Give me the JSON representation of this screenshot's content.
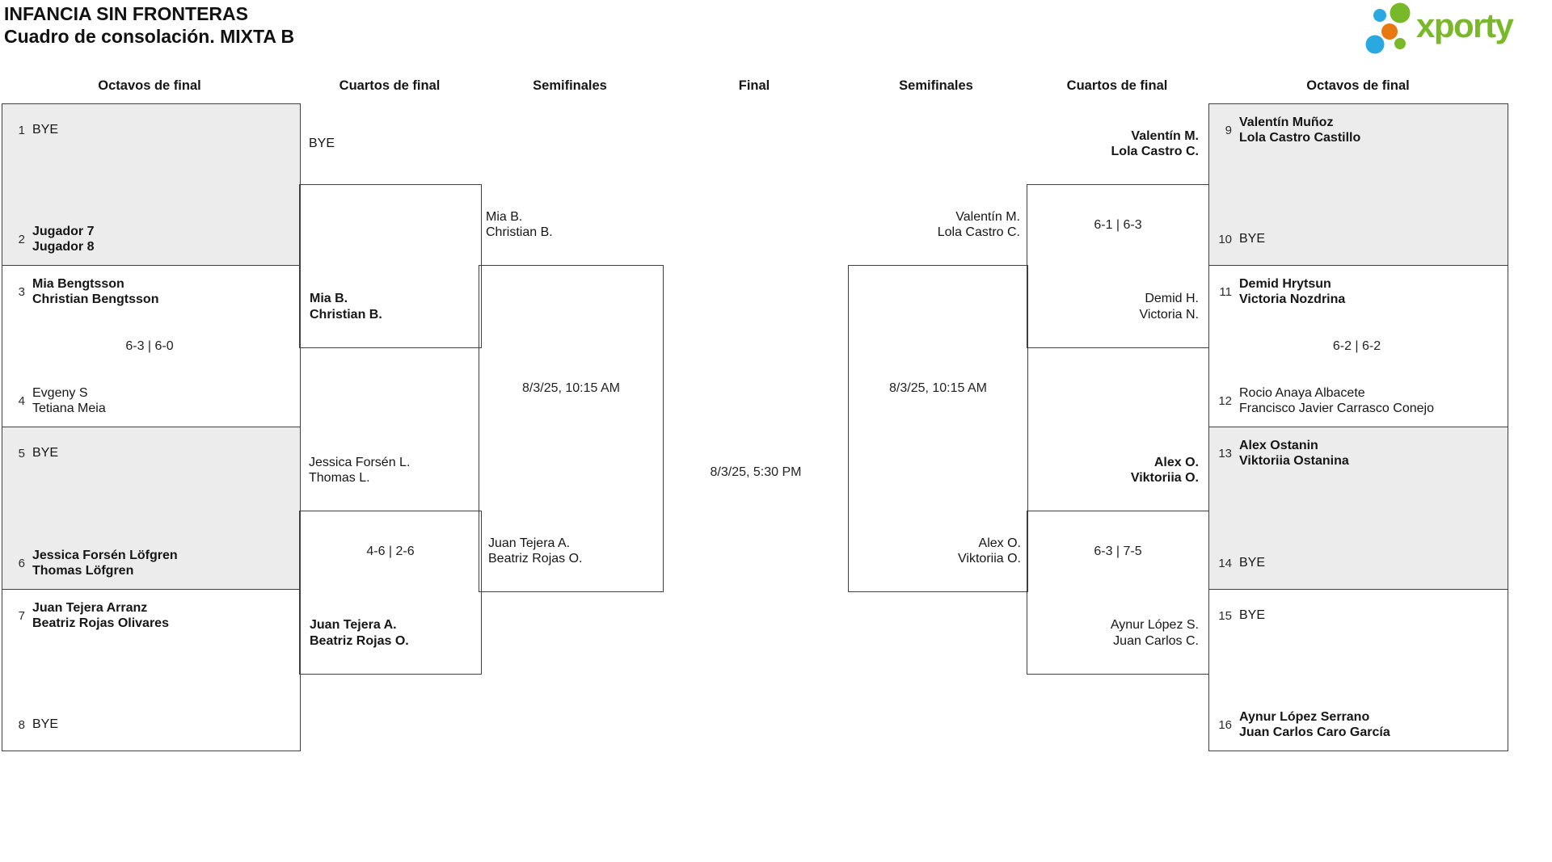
{
  "title": {
    "line1": "INFANCIA SIN FRONTERAS",
    "line2": "Cuadro de consolación. MIXTA B"
  },
  "logo": {
    "text": "xporty"
  },
  "colors": {
    "border": "#3f3f3f",
    "box-gray": "#ececec",
    "text": "#161616",
    "logo-green": "#79b829",
    "logo-blue": "#29a9e0",
    "logo-orange": "#e87810"
  },
  "headers": {
    "octavos_left": "Octavos de final",
    "cuartos_left": "Cuartos de final",
    "semis_left": "Semifinales",
    "final": "Final",
    "semis_right": "Semifinales",
    "cuartos_right": "Cuartos de final",
    "octavos_right": "Octavos de final"
  },
  "o": {
    "p1": {
      "seed": "1",
      "l1": "BYE",
      "l2": ""
    },
    "p2": {
      "seed": "2",
      "l1": "Jugador 7",
      "l2": "Jugador 8"
    },
    "p3": {
      "seed": "3",
      "l1": "Mia Bengtsson",
      "l2": "Christian Bengtsson"
    },
    "p4": {
      "seed": "4",
      "l1": "Evgeny S",
      "l2": "Tetiana Meia"
    },
    "p5": {
      "seed": "5",
      "l1": "BYE",
      "l2": ""
    },
    "p6": {
      "seed": "6",
      "l1": "Jessica Forsén Löfgren",
      "l2": "Thomas Löfgren"
    },
    "p7": {
      "seed": "7",
      "l1": "Juan Tejera Arranz",
      "l2": "Beatriz Rojas Olivares"
    },
    "p8": {
      "seed": "8",
      "l1": "BYE",
      "l2": ""
    },
    "p9": {
      "seed": "9",
      "l1": "Valentín Muñoz",
      "l2": "Lola Castro Castillo"
    },
    "p10": {
      "seed": "10",
      "l1": "BYE",
      "l2": ""
    },
    "p11": {
      "seed": "11",
      "l1": "Demid Hrytsun",
      "l2": "Victoria Nozdrina"
    },
    "p12": {
      "seed": "12",
      "l1": "Rocio Anaya Albacete",
      "l2": "Francisco Javier Carrasco Conejo"
    },
    "p13": {
      "seed": "13",
      "l1": "Alex Ostanin",
      "l2": "Viktoriia Ostanina"
    },
    "p14": {
      "seed": "14",
      "l1": "BYE",
      "l2": ""
    },
    "p15": {
      "seed": "15",
      "l1": "BYE",
      "l2": ""
    },
    "p16": {
      "seed": "16",
      "l1": "Aynur López Serrano",
      "l2": "Juan Carlos Caro García"
    },
    "score_m2": "6-3 | 6-0",
    "score_m6": "6-2 | 6-2"
  },
  "qf": {
    "l1a": {
      "l1": "BYE",
      "l2": ""
    },
    "l1b": {
      "l1": "Mia B.",
      "l2": "Christian B."
    },
    "l2a": {
      "l1": "Jessica Forsén L.",
      "l2": "Thomas L."
    },
    "l2b": {
      "l1": "Juan Tejera A.",
      "l2": "Beatriz Rojas O."
    },
    "score_l2": "4-6 | 2-6",
    "r1a": {
      "l1": "Valentín M.",
      "l2": "Lola Castro C."
    },
    "r1b": {
      "l1": "Demid H.",
      "l2": "Victoria N."
    },
    "score_r1": "6-1 | 6-3",
    "r2a": {
      "l1": "Alex O.",
      "l2": "Viktoriia O."
    },
    "r2b": {
      "l1": "Aynur López S.",
      "l2": "Juan Carlos C."
    },
    "score_r2": "6-3 | 7-5"
  },
  "sf": {
    "la": {
      "l1": "Mia B.",
      "l2": "Christian B."
    },
    "lb": {
      "l1": "Juan Tejera A.",
      "l2": "Beatriz Rojas O."
    },
    "l_date": "8/3/25, 10:15 AM",
    "ra": {
      "l1": "Valentín M.",
      "l2": "Lola Castro C."
    },
    "rb": {
      "l1": "Alex O.",
      "l2": "Viktoriia O."
    },
    "r_date": "8/3/25, 10:15 AM"
  },
  "final": {
    "date": "8/3/25, 5:30 PM"
  }
}
